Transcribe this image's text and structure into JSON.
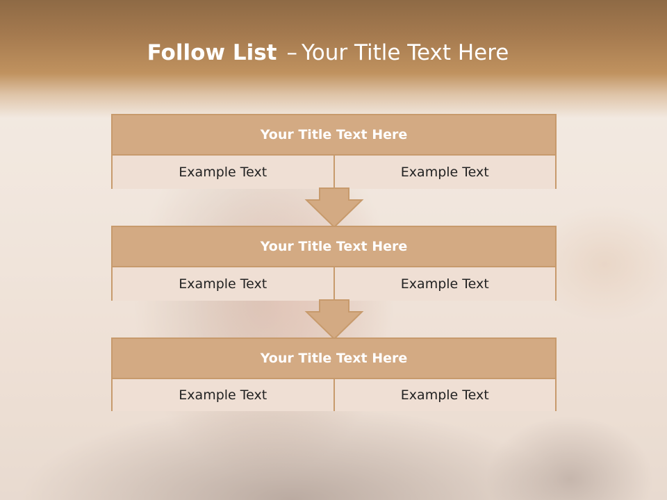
{
  "title": {
    "main": "Follow List",
    "separator": "–",
    "sub": "Your Title Text Here"
  },
  "steps": [
    {
      "heading": "Your Title Text Here",
      "left": "Example Text",
      "right": "Example Text"
    },
    {
      "heading": "Your Title Text Here",
      "left": "Example Text",
      "right": "Example Text"
    },
    {
      "heading": "Your Title Text Here",
      "left": "Example Text",
      "right": "Example Text"
    }
  ],
  "colors": {
    "header_fill": "#d3aa83",
    "cell_fill": "#efdfd4",
    "border": "#c79a6c",
    "title_text": "#ffffff"
  },
  "icons": {
    "connector": "down-arrow-icon"
  }
}
